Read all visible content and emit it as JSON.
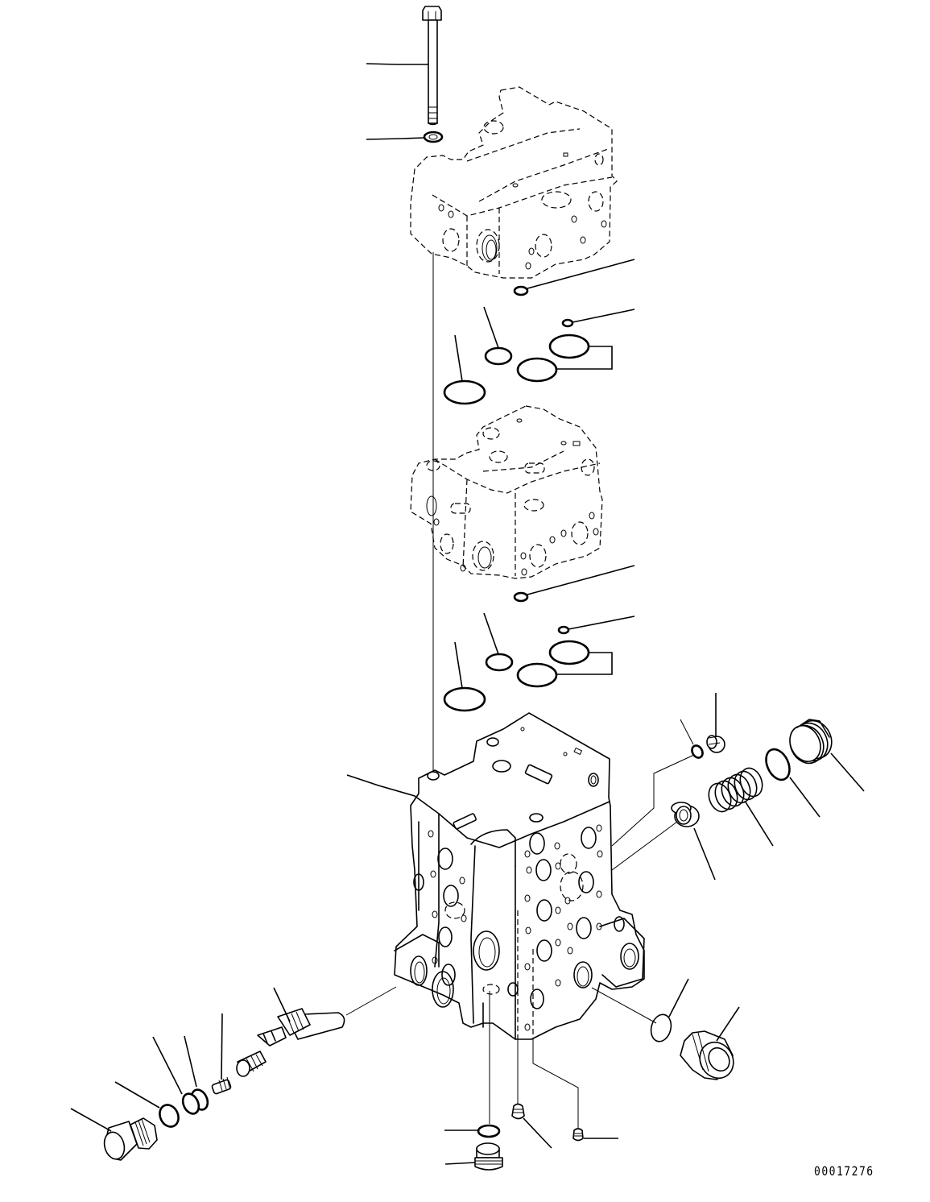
{
  "diagram": {
    "type": "exploded parts diagram",
    "subject": "hydraulic control valve assembly",
    "reference_number": "00017276",
    "background_color": "#ffffff",
    "line_color": "#000000",
    "components": [
      {
        "id": "tie-bolt",
        "kind": "bolt",
        "label": ""
      },
      {
        "id": "washer",
        "kind": "washer",
        "label": ""
      },
      {
        "id": "upper-valve-section",
        "kind": "valve-block (dashed)",
        "label": ""
      },
      {
        "id": "upper-orings",
        "kind": "o-ring set",
        "count": 5,
        "label": ""
      },
      {
        "id": "middle-valve-section",
        "kind": "valve-block (dashed)",
        "label": ""
      },
      {
        "id": "middle-orings",
        "kind": "o-ring set",
        "count": 5,
        "label": ""
      },
      {
        "id": "main-valve-body",
        "kind": "valve-block",
        "label": ""
      },
      {
        "id": "right-relief-plug",
        "kind": "plug",
        "label": ""
      },
      {
        "id": "right-oring",
        "kind": "o-ring",
        "label": ""
      },
      {
        "id": "right-spring",
        "kind": "spring",
        "label": ""
      },
      {
        "id": "right-seat",
        "kind": "seat",
        "label": ""
      },
      {
        "id": "small-plug-top",
        "kind": "plug",
        "label": ""
      },
      {
        "id": "small-oring-top",
        "kind": "o-ring",
        "label": ""
      },
      {
        "id": "front-oring",
        "kind": "o-ring",
        "label": ""
      },
      {
        "id": "front-plug",
        "kind": "plug",
        "label": ""
      },
      {
        "id": "spool",
        "kind": "spool",
        "label": ""
      },
      {
        "id": "spool-spring",
        "kind": "spring",
        "label": ""
      },
      {
        "id": "backup-ring",
        "kind": "ring",
        "label": ""
      },
      {
        "id": "spool-oring-1",
        "kind": "o-ring",
        "label": ""
      },
      {
        "id": "spool-oring-2",
        "kind": "o-ring",
        "label": ""
      },
      {
        "id": "spool-cap-plug",
        "kind": "plug",
        "label": ""
      },
      {
        "id": "bottom-oring",
        "kind": "o-ring",
        "label": ""
      },
      {
        "id": "bottom-plug",
        "kind": "plug",
        "label": ""
      },
      {
        "id": "bottom-screw-1",
        "kind": "set screw",
        "label": ""
      },
      {
        "id": "bottom-screw-2",
        "kind": "set screw",
        "label": ""
      }
    ]
  }
}
